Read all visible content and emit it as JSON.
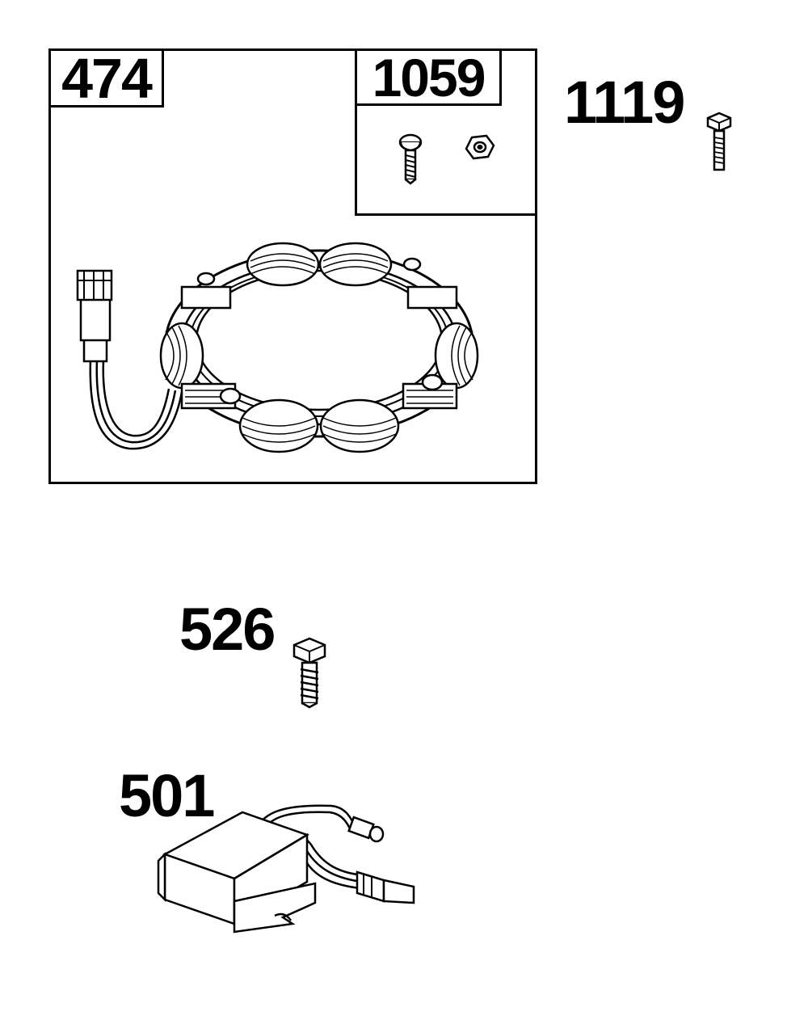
{
  "parts": {
    "stator": {
      "ref": "474"
    },
    "hardware_kit": {
      "ref": "1059"
    },
    "bolt_top": {
      "ref": "1119"
    },
    "bolt_mid": {
      "ref": "526"
    },
    "regulator": {
      "ref": "501"
    }
  }
}
